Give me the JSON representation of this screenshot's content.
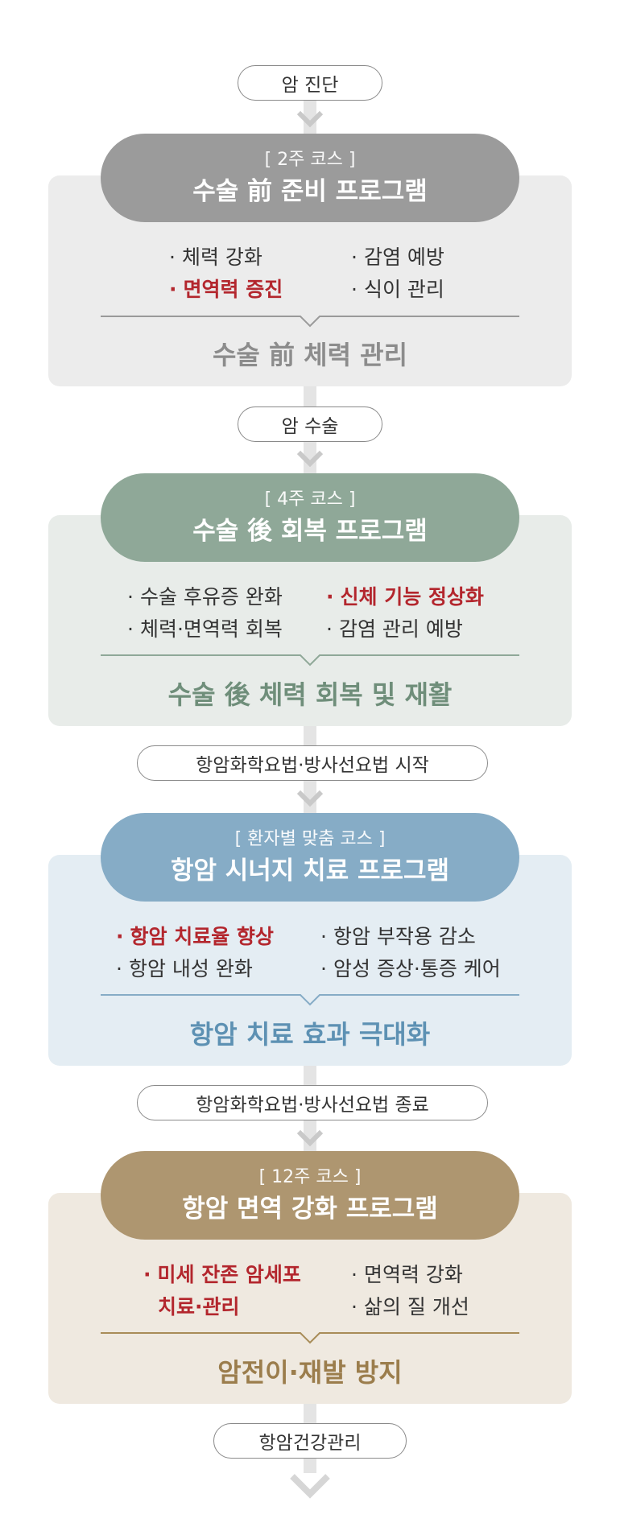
{
  "steps": {
    "diagnosis": "암 진단",
    "surgery": "암 수술",
    "chemo_start": "항암화학요법·방사선요법 시작",
    "chemo_end": "항암화학요법·방사선요법 종료",
    "care": "항암건강관리"
  },
  "sections": [
    {
      "course": "[ 2주 코스 ]",
      "program": "수술 前 준비 프로그램",
      "items": [
        "체력 강화",
        "감염 예방",
        "면역력 증진",
        "식이 관리"
      ],
      "highlight": [
        "면역력 증진"
      ],
      "result": "수술 前 체력 관리",
      "colors": {
        "header": "#9b9b9b",
        "bg": "#ececec",
        "result": "#8c8c8c",
        "line": "#9a9a9a"
      }
    },
    {
      "course": "[ 4주 코스 ]",
      "program": "수술 後 회복 프로그램",
      "items": [
        "수술 후유증 완화",
        "신체 기능 정상화",
        "체력·면역력 회복",
        "감염 관리 예방"
      ],
      "highlight": [
        "신체 기능 정상화"
      ],
      "result": "수술 後 체력 회복 및 재활",
      "colors": {
        "header": "#8fa898",
        "bg": "#e8ece9",
        "result": "#6f8e7a",
        "line": "#8fa898"
      }
    },
    {
      "course": "[ 환자별 맞춤 코스 ]",
      "program": "항암 시너지 치료 프로그램",
      "items": [
        "항암 치료율 향상",
        "항암 부작용 감소",
        "항암 내성 완화",
        "암성 증상·통증 케어"
      ],
      "highlight": [
        "항암 치료율 향상"
      ],
      "result": "항암 치료 효과 극대화",
      "colors": {
        "header": "#86acc6",
        "bg": "#e4edf3",
        "result": "#5d91b3",
        "line": "#86acc6"
      }
    },
    {
      "course": "[ 12주 코스 ]",
      "program": "항암 면역 강화 프로그램",
      "items": [
        "미세 잔존 암세포",
        "면역력 강화",
        "치료·관리",
        "삶의 질 개선"
      ],
      "highlight": [
        "미세 잔존 암세포",
        "치료·관리"
      ],
      "result": "암전이·재발 방지",
      "colors": {
        "header": "#ae9670",
        "bg": "#efe9e0",
        "result": "#9b7d4c",
        "line": "#a88c58"
      }
    }
  ]
}
